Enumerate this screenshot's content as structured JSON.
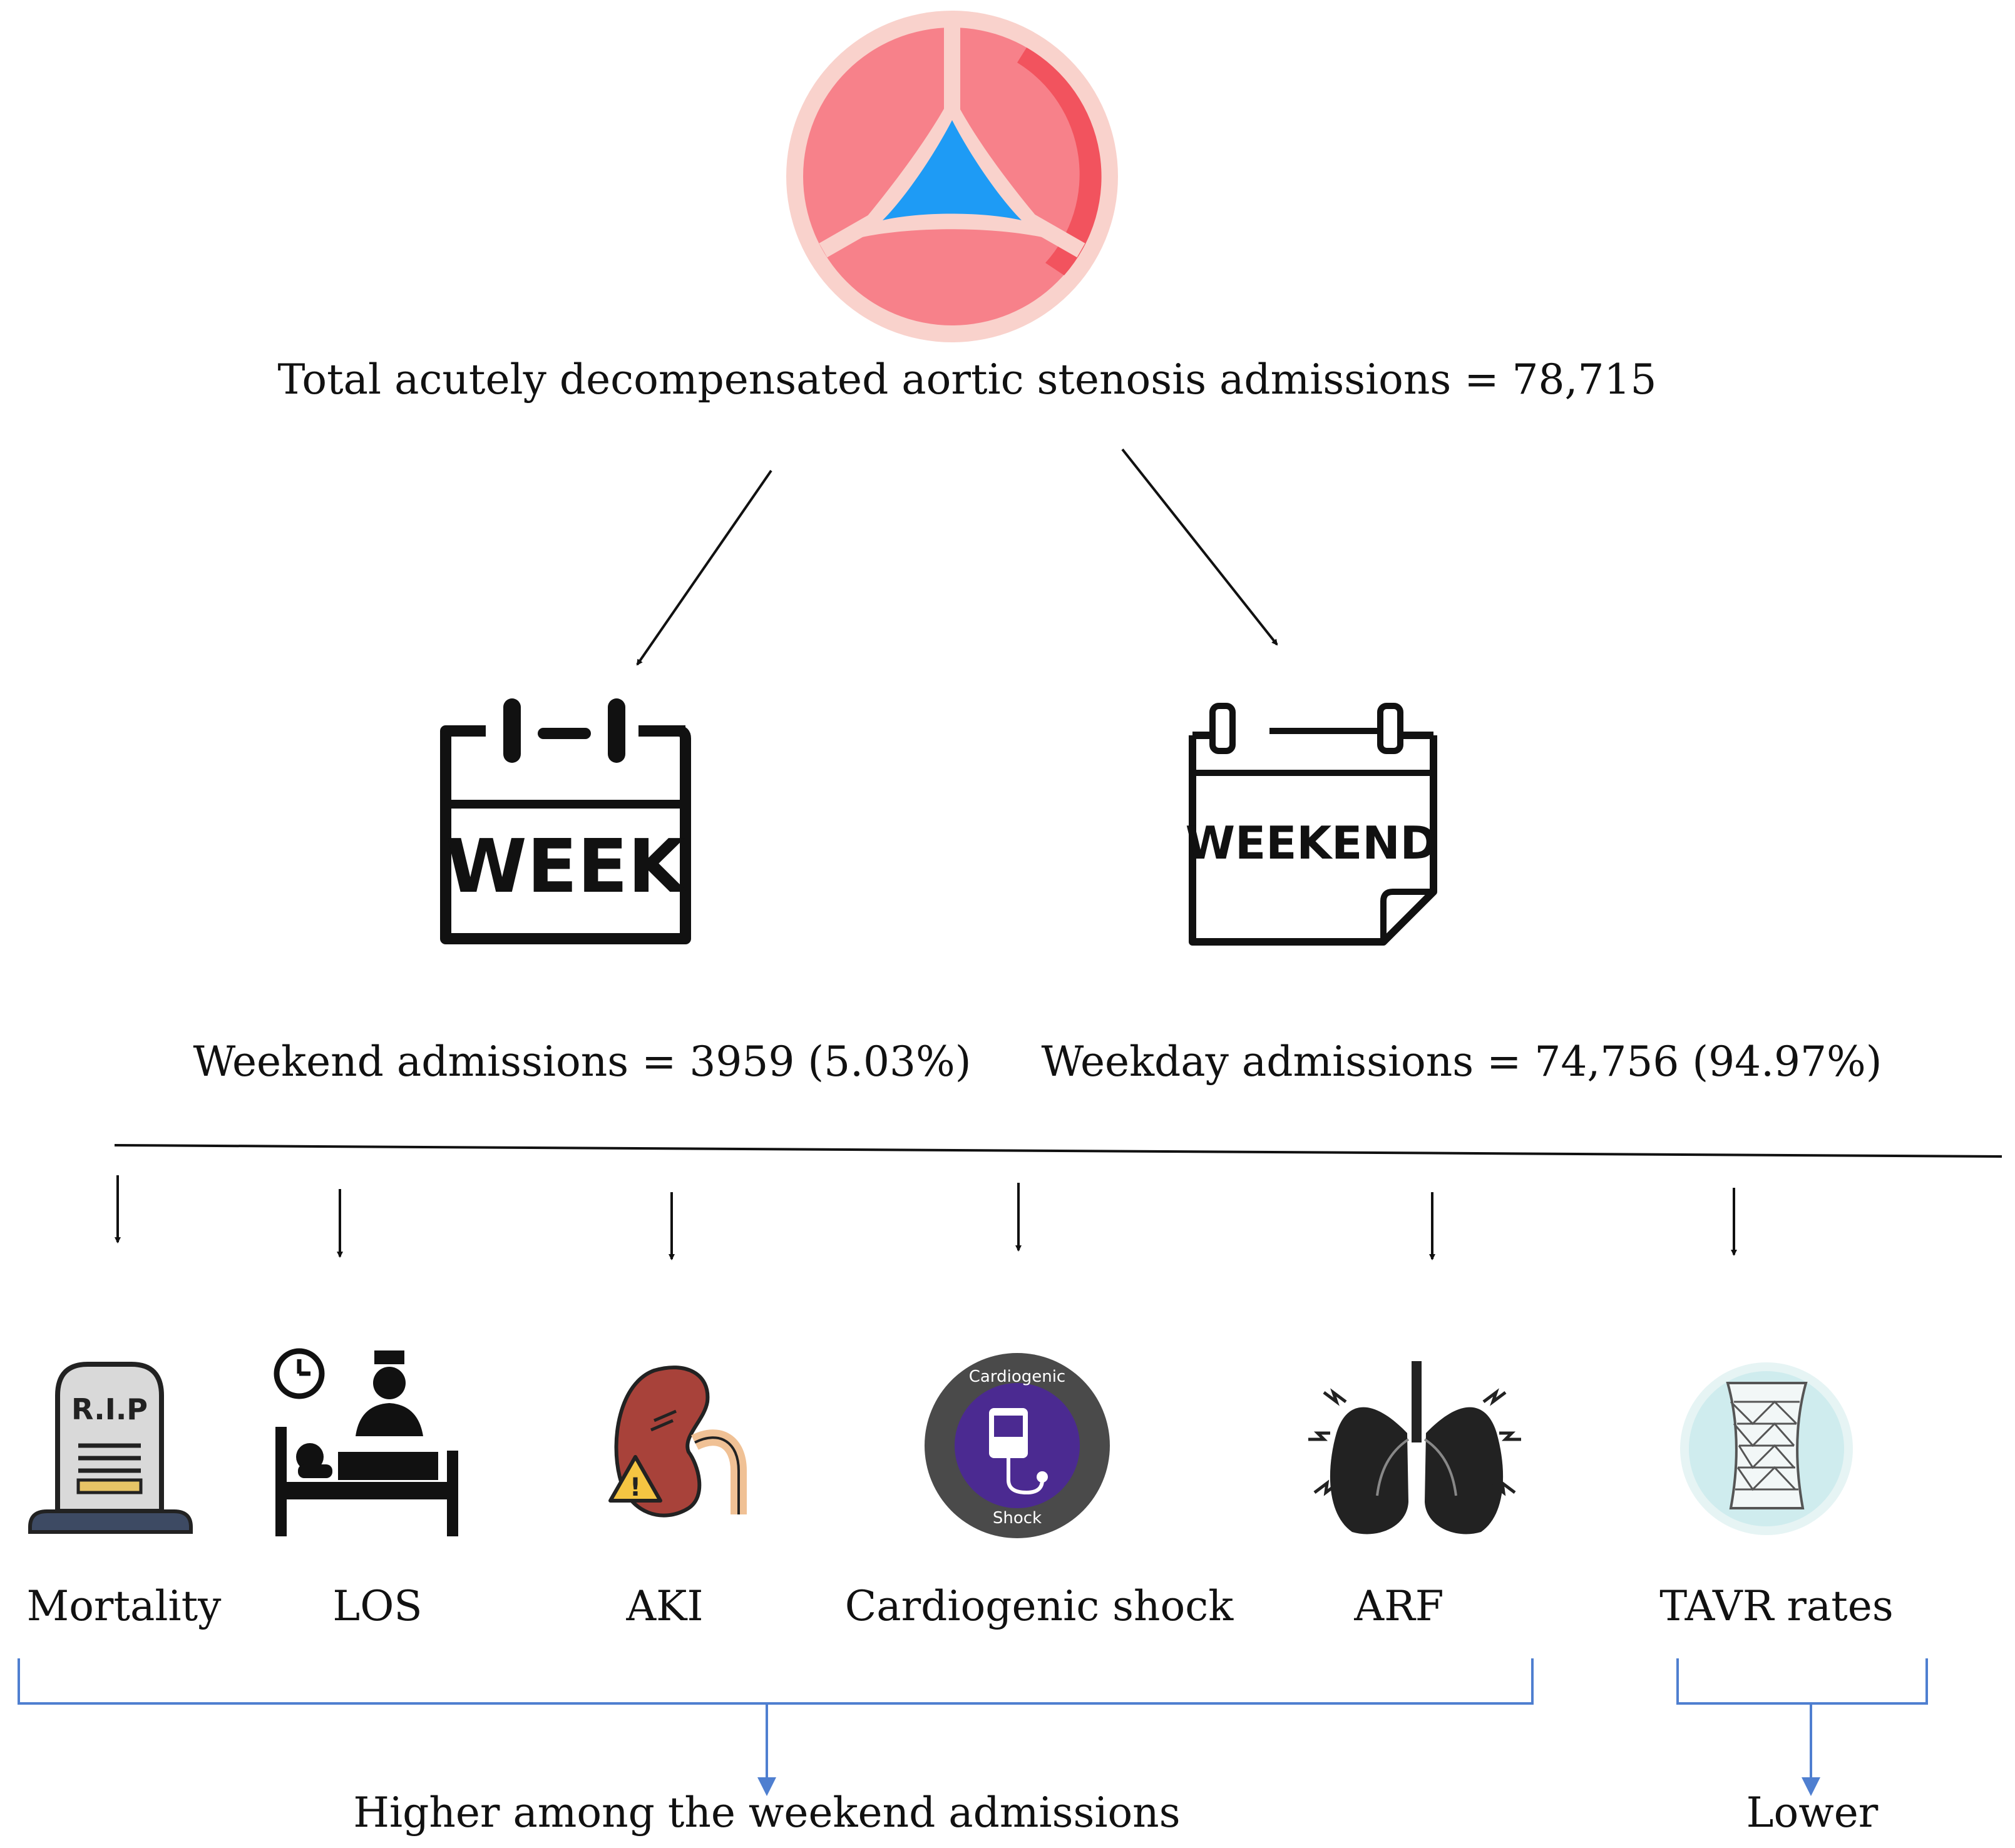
{
  "total_label": "Total acutely decompensated aortic stenosis admissions = 78,715",
  "weekend_label": "Weekend admissions = 3959 (5.03%)",
  "weekday_label": "Weekday admissions = 74,756 (94.97%)",
  "calendar_week_text": "WEEK",
  "calendar_weekend_text": "WEEKEND",
  "outcomes": [
    {
      "label": "Mortality",
      "icon": "tombstone-icon",
      "icon_text": "R.I.P"
    },
    {
      "label": "LOS",
      "icon": "hospital-bed-icon"
    },
    {
      "label": "AKI",
      "icon": "kidney-warning-icon"
    },
    {
      "label": "Cardiogenic shock",
      "icon": "cardiogenic-shock-icon",
      "icon_text_top": "Cardiogenic",
      "icon_text_bottom": "Shock"
    },
    {
      "label": "ARF",
      "icon": "lungs-icon"
    },
    {
      "label": "TAVR rates",
      "icon": "tavr-valve-icon"
    }
  ],
  "higher_label": "Higher among the weekend admissions",
  "lower_label": "Lower",
  "colors": {
    "valve_pink": "#f7818a",
    "valve_blue": "#1e9bf5",
    "bracket_blue": "#4f7fd0",
    "shock_purple": "#4b2a91",
    "tavr_teal": "#cfecee",
    "kidney_red": "#a8423a"
  }
}
